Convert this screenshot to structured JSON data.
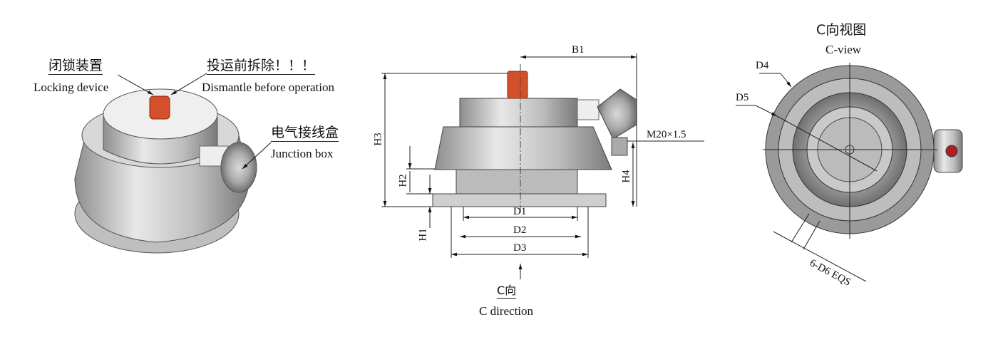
{
  "iso_view": {
    "locking_cn": "闭锁装置",
    "locking_en": "Locking device",
    "dismantle_cn": "投运前拆除！！！",
    "dismantle_en": "Dismantle before operation",
    "junction_cn": "电气接线盒",
    "junction_en": "Junction box"
  },
  "front_view": {
    "B1": "B1",
    "H1": "H1",
    "H2": "H2",
    "H3": "H3",
    "H4": "H4",
    "D1": "D1",
    "D2": "D2",
    "D3": "D3",
    "thread": "M20×1.5",
    "direction_cn": "C向",
    "direction_en": "C direction"
  },
  "c_view": {
    "title_cn": "C向视图",
    "title_en": "C-view",
    "D4": "D4",
    "D5": "D5",
    "holes": "6-D6 EQS"
  },
  "colors": {
    "knob": "#d4502a",
    "body": "#c9c9c9",
    "line": "#222222"
  }
}
